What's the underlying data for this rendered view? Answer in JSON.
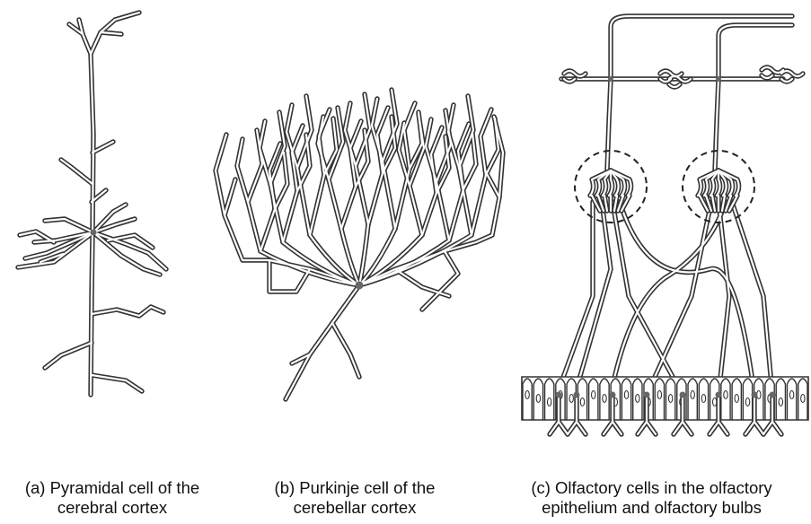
{
  "captions": {
    "a": "(a) Pyramidal cell of the\ncerebral cortex",
    "b": "(b) Purkinje cell of the\ncerebellar cortex",
    "c": "(c) Olfactory cells in the olfactory\nepithelium and olfactory bulbs"
  },
  "colors": {
    "outline": "#333333",
    "fill": "#ffffff",
    "cell_body": "#666666",
    "dashed_circle": "#222222"
  }
}
